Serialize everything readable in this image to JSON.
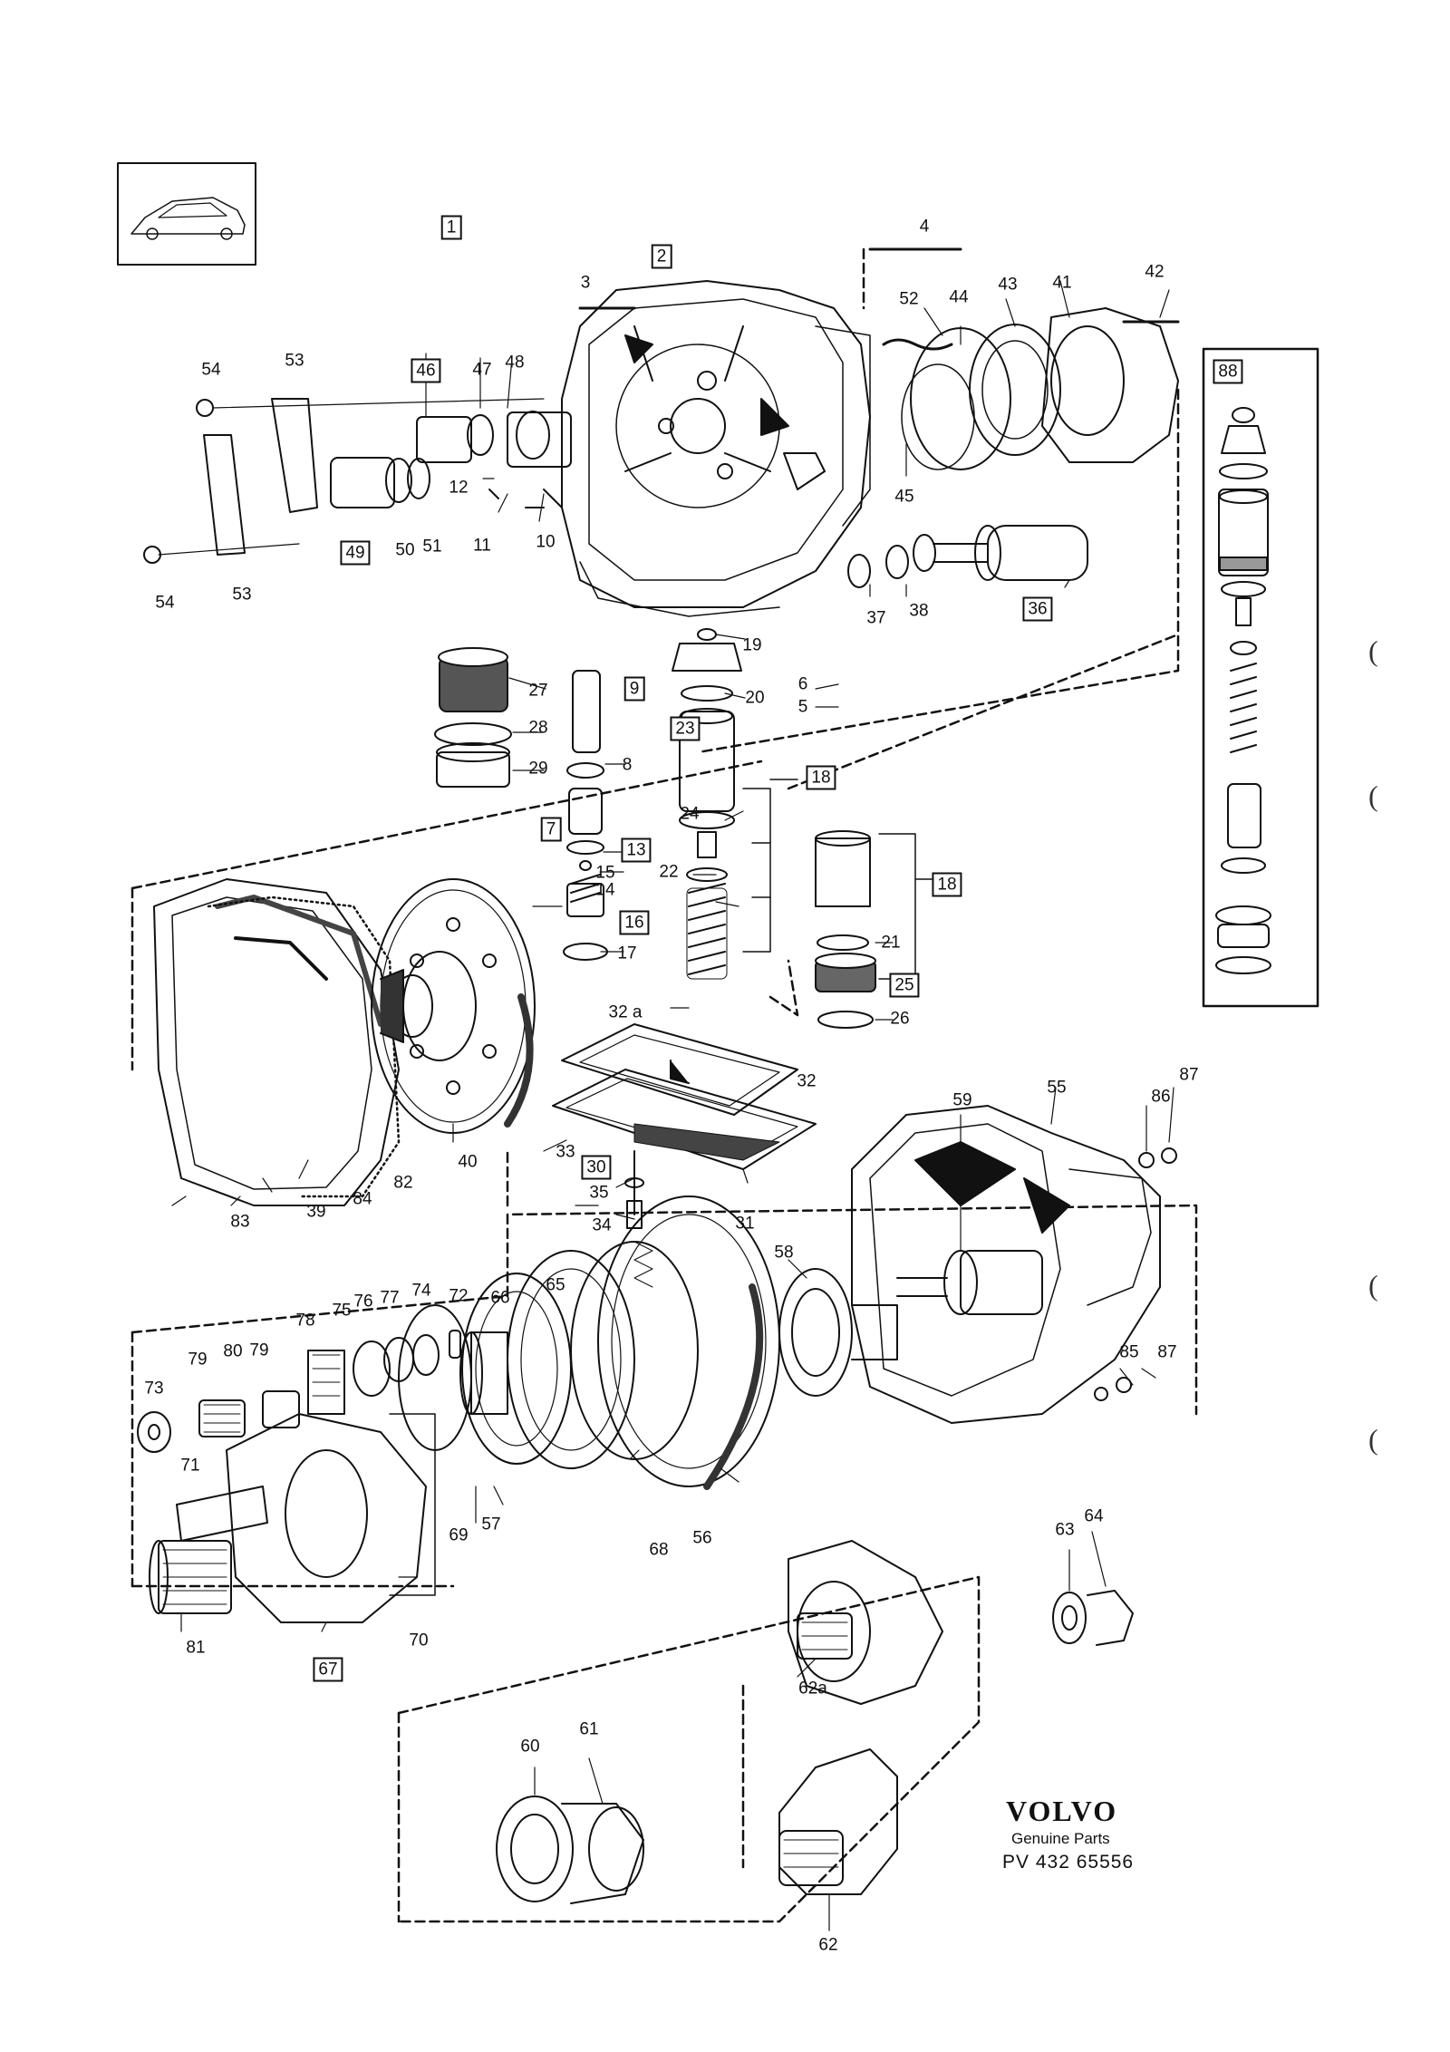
{
  "diagram": {
    "group_label": "1",
    "brand": {
      "logo_text": "VOLVO",
      "subtitle": "Genuine Parts",
      "code": "PV 432 65556"
    },
    "margin_marks": [
      "(",
      "(",
      "(",
      "("
    ],
    "callouts": [
      {
        "id": "c1",
        "text": "1",
        "boxed": true
      },
      {
        "id": "c2",
        "text": "2",
        "boxed": true
      },
      {
        "id": "c3",
        "text": "3",
        "boxed": false
      },
      {
        "id": "c4",
        "text": "4",
        "boxed": false
      },
      {
        "id": "c5",
        "text": "5",
        "boxed": false
      },
      {
        "id": "c6",
        "text": "6",
        "boxed": false
      },
      {
        "id": "c7",
        "text": "7",
        "boxed": true
      },
      {
        "id": "c8",
        "text": "8",
        "boxed": false
      },
      {
        "id": "c9",
        "text": "9",
        "boxed": true
      },
      {
        "id": "c10",
        "text": "10",
        "boxed": false
      },
      {
        "id": "c11",
        "text": "11",
        "boxed": false
      },
      {
        "id": "c12",
        "text": "12",
        "boxed": false
      },
      {
        "id": "c13",
        "text": "13",
        "boxed": true
      },
      {
        "id": "c14",
        "text": "14",
        "boxed": false
      },
      {
        "id": "c15",
        "text": "15",
        "boxed": false
      },
      {
        "id": "c16",
        "text": "16",
        "boxed": true
      },
      {
        "id": "c17",
        "text": "17",
        "boxed": false
      },
      {
        "id": "c18a",
        "text": "18",
        "boxed": true
      },
      {
        "id": "c18b",
        "text": "18",
        "boxed": true
      },
      {
        "id": "c19",
        "text": "19",
        "boxed": false
      },
      {
        "id": "c20",
        "text": "20",
        "boxed": false
      },
      {
        "id": "c21",
        "text": "21",
        "boxed": false
      },
      {
        "id": "c22",
        "text": "22",
        "boxed": false
      },
      {
        "id": "c23",
        "text": "23",
        "boxed": true
      },
      {
        "id": "c24",
        "text": "24",
        "boxed": false
      },
      {
        "id": "c25",
        "text": "25",
        "boxed": true
      },
      {
        "id": "c26",
        "text": "26",
        "boxed": false
      },
      {
        "id": "c27",
        "text": "27",
        "boxed": false
      },
      {
        "id": "c28",
        "text": "28",
        "boxed": false
      },
      {
        "id": "c29",
        "text": "29",
        "boxed": false
      },
      {
        "id": "c30",
        "text": "30",
        "boxed": true
      },
      {
        "id": "c31",
        "text": "31",
        "boxed": false
      },
      {
        "id": "c32",
        "text": "32",
        "boxed": false
      },
      {
        "id": "c32a",
        "text": "32 a",
        "boxed": false
      },
      {
        "id": "c33",
        "text": "33",
        "boxed": false
      },
      {
        "id": "c34",
        "text": "34",
        "boxed": false
      },
      {
        "id": "c35",
        "text": "35",
        "boxed": false
      },
      {
        "id": "c36",
        "text": "36",
        "boxed": true
      },
      {
        "id": "c37",
        "text": "37",
        "boxed": false
      },
      {
        "id": "c38",
        "text": "38",
        "boxed": false
      },
      {
        "id": "c39",
        "text": "39",
        "boxed": false
      },
      {
        "id": "c40",
        "text": "40",
        "boxed": false
      },
      {
        "id": "c41",
        "text": "41",
        "boxed": false
      },
      {
        "id": "c42",
        "text": "42",
        "boxed": false
      },
      {
        "id": "c43",
        "text": "43",
        "boxed": false
      },
      {
        "id": "c44",
        "text": "44",
        "boxed": false
      },
      {
        "id": "c45",
        "text": "45",
        "boxed": false
      },
      {
        "id": "c46",
        "text": "46",
        "boxed": true
      },
      {
        "id": "c47",
        "text": "47",
        "boxed": false
      },
      {
        "id": "c48",
        "text": "48",
        "boxed": false
      },
      {
        "id": "c49",
        "text": "49",
        "boxed": true
      },
      {
        "id": "c50",
        "text": "50",
        "boxed": false
      },
      {
        "id": "c51",
        "text": "51",
        "boxed": false
      },
      {
        "id": "c52",
        "text": "52",
        "boxed": false
      },
      {
        "id": "c53a",
        "text": "53",
        "boxed": false
      },
      {
        "id": "c53b",
        "text": "53",
        "boxed": false
      },
      {
        "id": "c54a",
        "text": "54",
        "boxed": false
      },
      {
        "id": "c54b",
        "text": "54",
        "boxed": false
      },
      {
        "id": "c55",
        "text": "55",
        "boxed": false
      },
      {
        "id": "c56",
        "text": "56",
        "boxed": false
      },
      {
        "id": "c57",
        "text": "57",
        "boxed": false
      },
      {
        "id": "c58",
        "text": "58",
        "boxed": false
      },
      {
        "id": "c59",
        "text": "59",
        "boxed": false
      },
      {
        "id": "c60",
        "text": "60",
        "boxed": false
      },
      {
        "id": "c61",
        "text": "61",
        "boxed": false
      },
      {
        "id": "c62",
        "text": "62",
        "boxed": false
      },
      {
        "id": "c62a",
        "text": "62a",
        "boxed": false
      },
      {
        "id": "c63",
        "text": "63",
        "boxed": false
      },
      {
        "id": "c64",
        "text": "64",
        "boxed": false
      },
      {
        "id": "c65",
        "text": "65",
        "boxed": false
      },
      {
        "id": "c66",
        "text": "66",
        "boxed": false
      },
      {
        "id": "c67",
        "text": "67",
        "boxed": true
      },
      {
        "id": "c68",
        "text": "68",
        "boxed": false
      },
      {
        "id": "c69",
        "text": "69",
        "boxed": false
      },
      {
        "id": "c70",
        "text": "70",
        "boxed": false
      },
      {
        "id": "c71",
        "text": "71",
        "boxed": false
      },
      {
        "id": "c72",
        "text": "72",
        "boxed": false
      },
      {
        "id": "c73",
        "text": "73",
        "boxed": false
      },
      {
        "id": "c74",
        "text": "74",
        "boxed": false
      },
      {
        "id": "c75",
        "text": "75",
        "boxed": false
      },
      {
        "id": "c76",
        "text": "76",
        "boxed": false
      },
      {
        "id": "c77",
        "text": "77",
        "boxed": false
      },
      {
        "id": "c78",
        "text": "78",
        "boxed": false
      },
      {
        "id": "c79a",
        "text": "79",
        "boxed": false
      },
      {
        "id": "c79b",
        "text": "79",
        "boxed": false
      },
      {
        "id": "c80",
        "text": "80",
        "boxed": false
      },
      {
        "id": "c81",
        "text": "81",
        "boxed": false
      },
      {
        "id": "c82",
        "text": "82",
        "boxed": false
      },
      {
        "id": "c83",
        "text": "83",
        "boxed": false
      },
      {
        "id": "c84",
        "text": "84",
        "boxed": false
      },
      {
        "id": "c85",
        "text": "85",
        "boxed": false
      },
      {
        "id": "c86",
        "text": "86",
        "boxed": false
      },
      {
        "id": "c87a",
        "text": "87",
        "boxed": false
      },
      {
        "id": "c87b",
        "text": "87",
        "boxed": false
      },
      {
        "id": "c88",
        "text": "88",
        "boxed": true
      }
    ]
  }
}
